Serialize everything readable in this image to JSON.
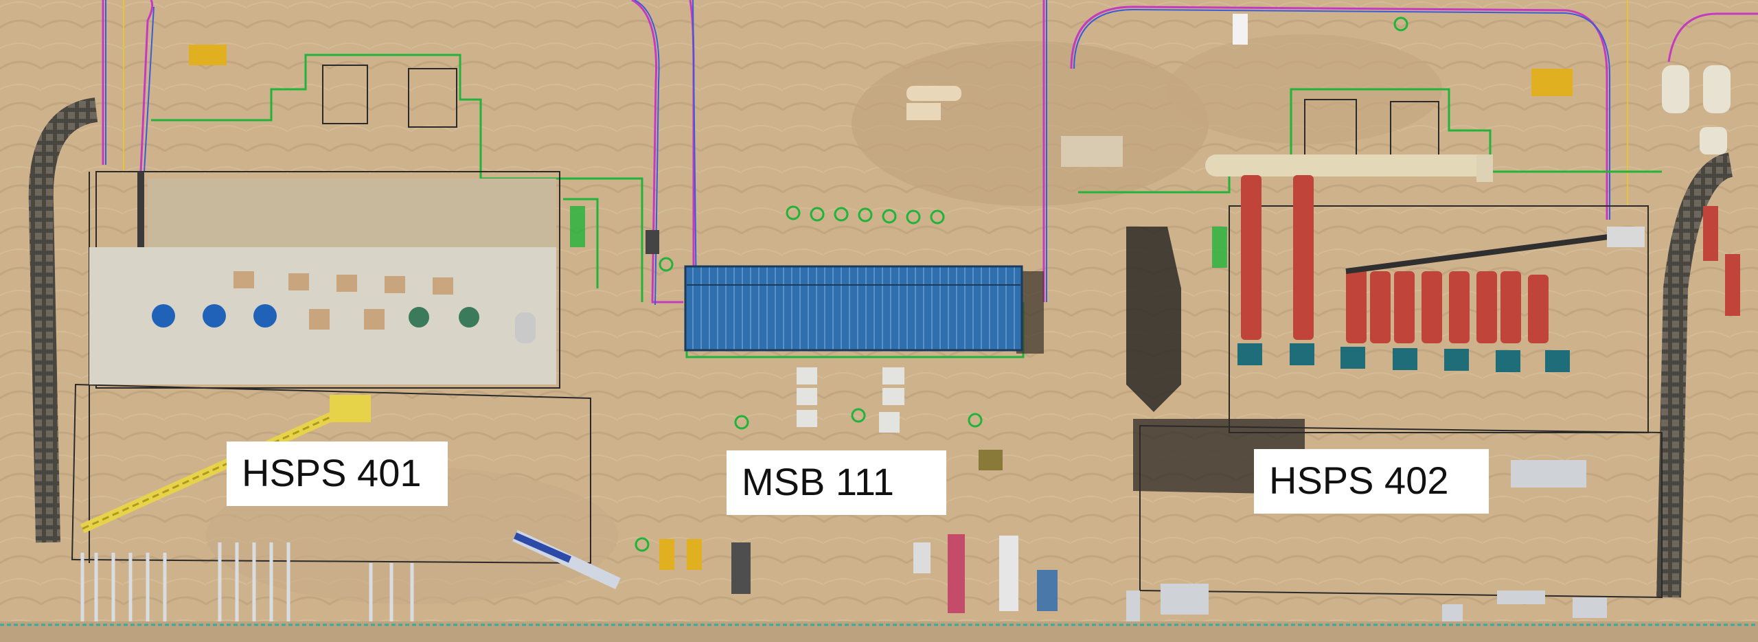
{
  "map": {
    "colors": {
      "ground": "#cdb28c",
      "ground_dark": "#b89a72",
      "pad": "#d9d4c8",
      "roof": "#2f6fae",
      "tank": "#c0443a",
      "tank_base": "#1f6d78",
      "crane": "#e6d34a",
      "boundary_green": "#22b33a",
      "utility_magenta": "#c43bc0",
      "utility_blue": "#3a5cd6",
      "outline_dark": "#2a2a2a",
      "road_dark": "#4a4640"
    },
    "labels": {
      "hsps_401": "HSPS 401",
      "msb_111": "MSB 111",
      "hsps_402": "HSPS 402"
    }
  }
}
